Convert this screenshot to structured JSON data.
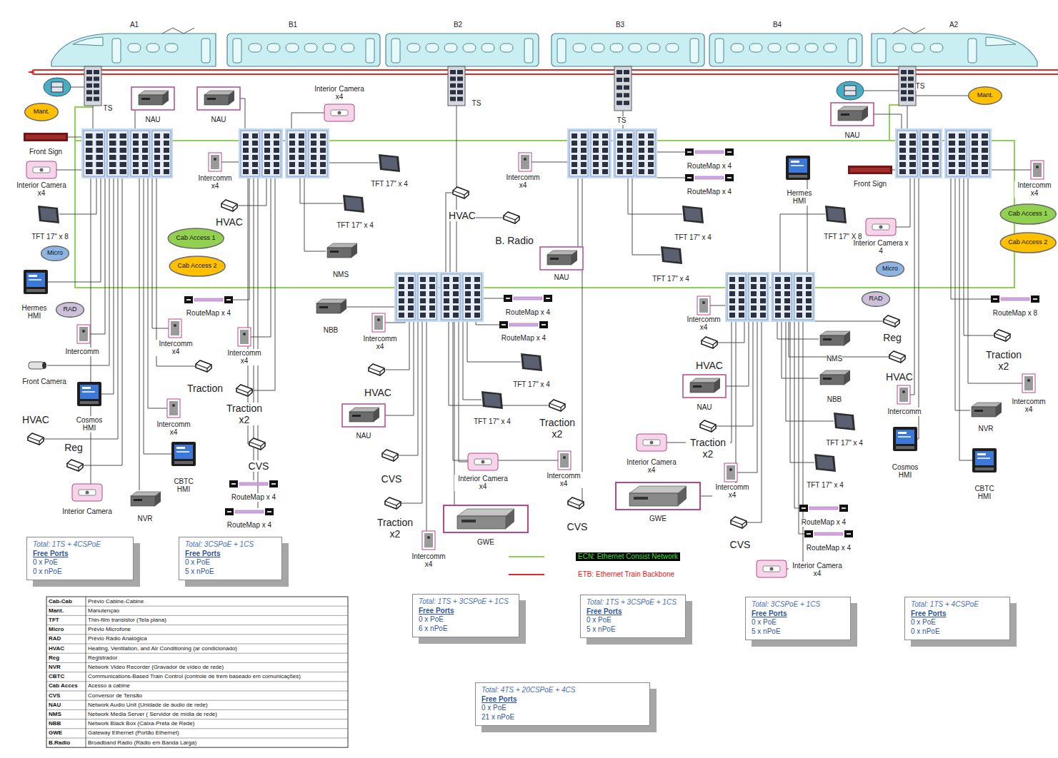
{
  "diagram": {
    "nodes": [
      {
        "text": [
          "Mant."
        ]
      },
      {
        "text": [
          "Mant."
        ]
      },
      {
        "text": [
          "Cab Access 1"
        ]
      },
      {
        "text": [
          "Micro"
        ]
      },
      {
        "text": [
          "Cab Access 2"
        ]
      },
      {
        "text": [
          "RAD"
        ]
      },
      {
        "text": [
          "Cab Access 1"
        ]
      },
      {
        "text": [
          "Micro"
        ]
      },
      {
        "text": [
          "Cab Access 2"
        ]
      },
      {
        "text": [
          "RAD"
        ]
      },
      {
        "text": [
          "Total: 1TS + 4CSPoE",
          "Free Ports",
          "0 x PoE",
          "0 x nPoE"
        ]
      },
      {
        "text": [
          "Total: 3CSPoE + 1CS",
          "Free Ports",
          "0 x PoE",
          "5 x nPoE"
        ]
      },
      {
        "text": [
          "Total: 1TS + 3CSPoE + 1CS",
          "Free Ports",
          "0 x PoE",
          "6 x nPoE"
        ]
      },
      {
        "text": [
          "Total: 1TS + 3CSPoE + 1CS",
          "Free Ports",
          "0 x PoE",
          "5 x nPoE"
        ]
      },
      {
        "text": [
          "Total: 3CSPoE + 1CS",
          "Free Ports",
          "0 x PoE",
          "5 x nPoE"
        ]
      },
      {
        "text": [
          "Total: 1TS + 4CSPoE",
          "Free Ports",
          "0 x PoE",
          "0 x nPoE"
        ]
      },
      {
        "text": [
          "Total: 4TS + 20CSPoE + 4CS",
          "Free Ports",
          "0 x PoE",
          "21 x nPoE"
        ]
      }
    ],
    "labels": [
      "A1",
      "B1",
      "B2",
      "B3",
      "B4",
      "A2",
      "TS",
      "TS",
      "TS",
      "TS",
      "NAU",
      "NAU",
      "Interior Camera x4",
      "Front Sign",
      "Interior Camera x4",
      "TFT 17\" x 8",
      "Hermes HMI",
      "Intercomm",
      "Front Camera",
      "Cosmos HMI",
      "HVAC",
      "Reg",
      "Interior Camera",
      "NVR",
      "CBTC HMI",
      "Intercomm x4",
      "Intercomm x4",
      "RouteMap x 4",
      "Traction",
      "Intercomm x4",
      "HVAC",
      "Intercomm x4",
      "Traction x2",
      "CVS",
      "RouteMap x 4",
      "RouteMap x 4",
      "TFT 17\" x 4",
      "TFT 17\" x 4",
      "NMS",
      "NBB",
      "Intercomm x4",
      "HVAC",
      "B. Radio",
      "NAU",
      "RouteMap x 4",
      "RouteMap x 4",
      "TFT 17\" x 4",
      "TFT 17\" x 4",
      "Intercomm x4",
      "HVAC",
      "NAU",
      "CVS",
      "Traction x2",
      "Intercomm x4",
      "GWE",
      "Interior Camera x4",
      "TFT 17\" x 4",
      "TFT 17\" x 4",
      "RouteMap x 4",
      "RouteMap x 4",
      "Traction x2",
      "Intercomm x4",
      "CVS",
      "Interior Camera x4",
      "GWE",
      "Intercomm x4",
      "HVAC",
      "NAU",
      "Traction x2",
      "Intercomm x4",
      "CVS",
      "NMS",
      "NBB",
      "TFT 17\" x 4",
      "TFT 17\" x 4",
      "RouteMap x 4",
      "RouteMap x 4",
      "Interior Camera x4",
      "NAU",
      "Hermes HMI",
      "Front Sign",
      "TFT 17\" X 8",
      "Interior Camera x 4",
      "RouteMap x 8",
      "Reg",
      "HVAC",
      "Intercomm",
      "Cosmos HMI",
      "NVR",
      "CBTC HMI",
      "Traction x2",
      "Intercomm x4",
      "Intercomm x4",
      "Cab-Cab",
      "Prévio Cabine-Cabine",
      "Mant.",
      "Manutençao",
      "TFT",
      "Thin-film transistor (Tela plana)",
      "Micro",
      "Prévio Microfone",
      "RAD",
      "Prévio Rádio Analógica",
      "HVAC",
      "Heating, Ventilation, and Air Conditioning (ar condicionado)",
      "Reg",
      "Registrador",
      "NVR",
      "Network Video Recorder (Gravador de vídeo de rede)",
      "CBTC",
      "Communications-Based Train Control (controle de trem baseado em comunicações)",
      "Cab Acces",
      "Acesso a cabine",
      "CVS",
      "Conversor de Tensão",
      "NAU",
      "Network Audio Unit (Unidade de áudio de rede)",
      "NMS",
      "Network Media Server ( Servidor de mídia de rede)",
      "NBB",
      "Network Black Box (Caixa-Preta de Rede)",
      "GWE",
      "Gateway Ethernet (Portão Ethernet)",
      "B.Radio",
      "Broadband Radio (Rádio em Banda Larga)"
    ],
    "legend": [
      {
        "text": "ECN: Ethernet Consist Network"
      },
      {
        "text": "ETB: Ethernet Train Backbone"
      }
    ]
  }
}
